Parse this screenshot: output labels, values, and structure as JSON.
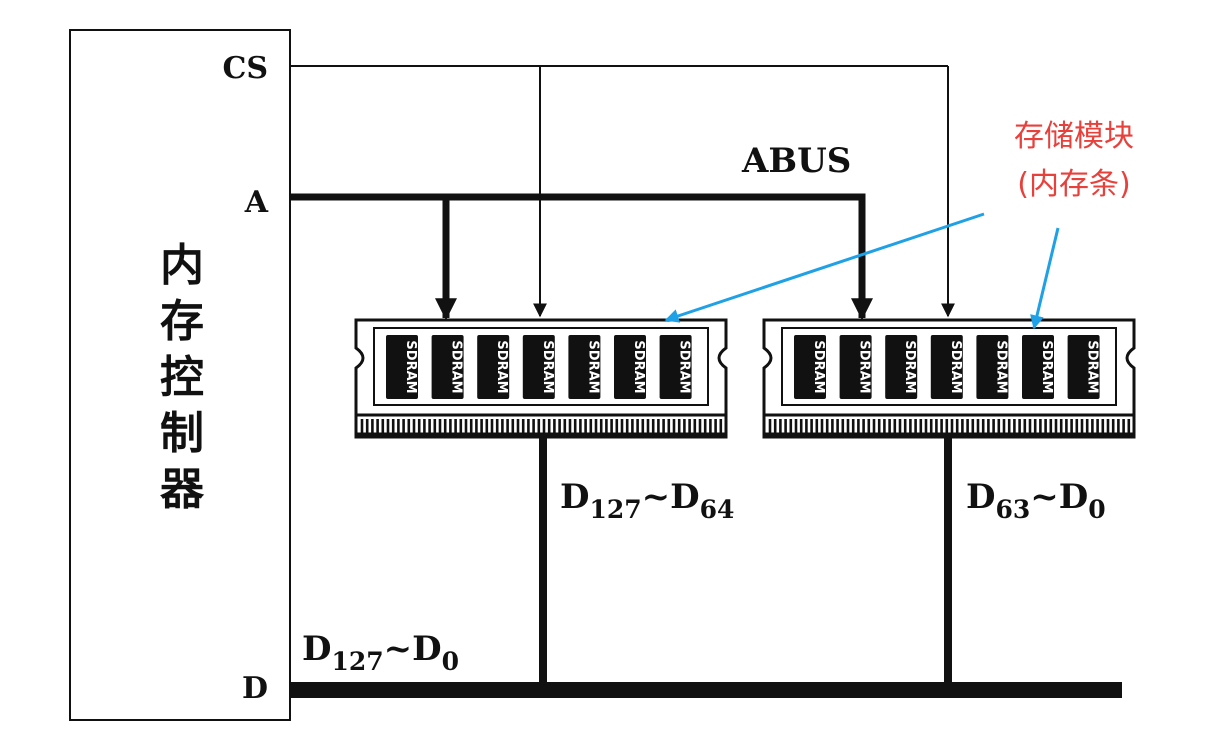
{
  "controller": {
    "label": [
      "内",
      "存",
      "控",
      "制",
      "器"
    ]
  },
  "pins": {
    "cs": "CS",
    "a": "A",
    "d": "D"
  },
  "abus_label": "ABUS",
  "data_buses": {
    "main": {
      "base": "D",
      "from": "127",
      "tilde": "~",
      "to": "0"
    },
    "left": {
      "base": "D",
      "from": "127",
      "tilde": "~",
      "to": "64"
    },
    "right": {
      "base": "D",
      "from": "63",
      "tilde": "~",
      "to": "0"
    }
  },
  "chip_label": "SDRAM",
  "annotation": {
    "line1": "存储模块",
    "line2": "(内存条)"
  },
  "colors": {
    "annotation_text": "#e8413c",
    "annotation_arrow": "#1ea1e6",
    "stroke": "#111111"
  }
}
